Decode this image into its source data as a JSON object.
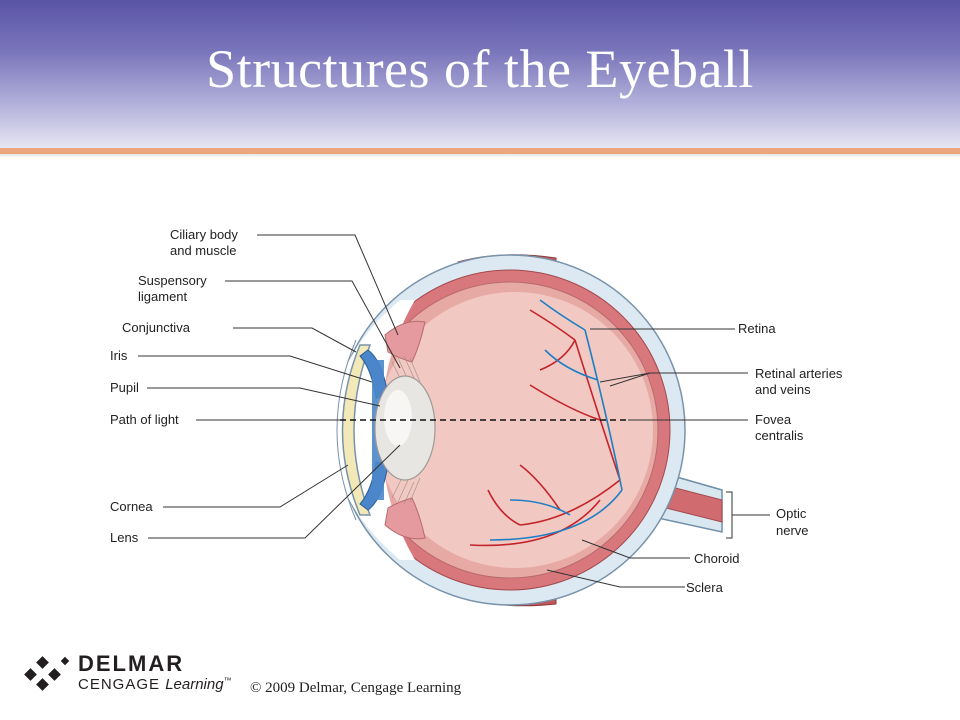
{
  "slide": {
    "title": "Structures of the Eyeball"
  },
  "diagram": {
    "labels_left": [
      {
        "id": "ciliary",
        "lines": [
          "Ciliary body",
          "and muscle"
        ]
      },
      {
        "id": "suspensory",
        "lines": [
          "Suspensory",
          "ligament"
        ]
      },
      {
        "id": "conjunctiva",
        "lines": [
          "Conjunctiva"
        ]
      },
      {
        "id": "iris",
        "lines": [
          "Iris"
        ]
      },
      {
        "id": "pupil",
        "lines": [
          "Pupil"
        ]
      },
      {
        "id": "path",
        "lines": [
          "Path of light"
        ]
      },
      {
        "id": "cornea",
        "lines": [
          "Cornea"
        ]
      },
      {
        "id": "lens",
        "lines": [
          "Lens"
        ]
      }
    ],
    "labels_right": [
      {
        "id": "retina",
        "lines": [
          "Retina"
        ]
      },
      {
        "id": "retinal",
        "lines": [
          "Retinal arteries",
          "and veins"
        ]
      },
      {
        "id": "fovea",
        "lines": [
          "Fovea",
          "centralis"
        ]
      },
      {
        "id": "optic",
        "lines": [
          "Optic",
          "nerve"
        ]
      },
      {
        "id": "choroid",
        "lines": [
          "Choroid"
        ]
      },
      {
        "id": "sclera",
        "lines": [
          "Sclera"
        ]
      }
    ],
    "colors": {
      "sclera": "#dde9f2",
      "choroid": "#d9787c",
      "vitreous": "#f2c8c2",
      "iris": "#4a86c9",
      "lens": "#e8e6e3",
      "muscle": "#c0575c",
      "artery": "#c3242a",
      "vein": "#1e7fc4"
    }
  },
  "footer": {
    "brand_top": "DELMAR",
    "brand_cengage": "CENGAGE",
    "brand_learning": "Learning",
    "brand_tm": "™",
    "copyright": "© 2009 Delmar, Cengage Learning"
  }
}
